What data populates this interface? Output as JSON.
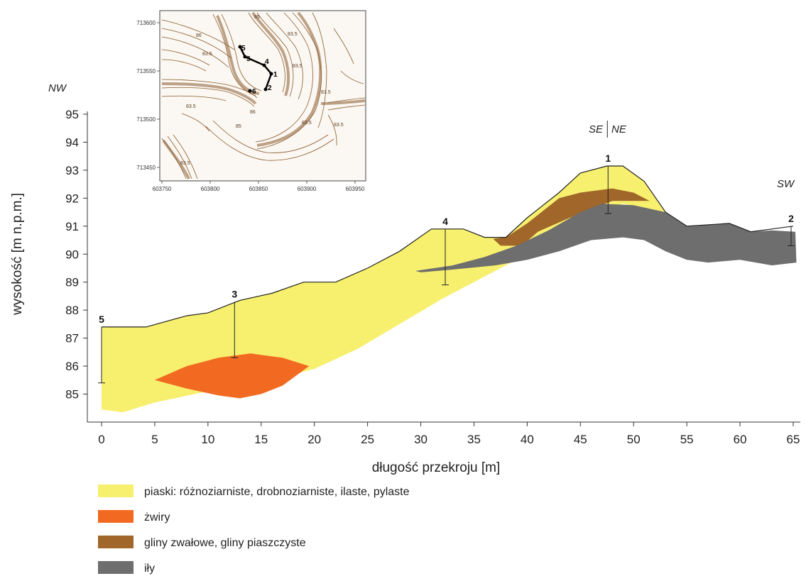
{
  "figure": {
    "direction_labels": {
      "nw": "NW",
      "se": "SE",
      "ne": "NE",
      "sw": "SW"
    },
    "colors": {
      "sand": "#f7f06e",
      "gravel": "#f26a21",
      "till": "#a0662a",
      "clay": "#6e6e6e",
      "map_contour": "#8b5a2b"
    }
  },
  "chart_data": {
    "type": "area",
    "title": "",
    "xlabel": "długość przekroju [m]",
    "ylabel": "wysokość [m n.p.m.]",
    "xlim": [
      0,
      65
    ],
    "ylim": [
      84,
      95
    ],
    "x_ticks": [
      "0",
      "5",
      "10",
      "15",
      "20",
      "25",
      "30",
      "35",
      "40",
      "45",
      "50",
      "55",
      "60",
      "65"
    ],
    "y_ticks": [
      "85",
      "86",
      "87",
      "88",
      "89",
      "90",
      "91",
      "92",
      "93",
      "94",
      "95"
    ],
    "grid": false,
    "legend_placement": "bottom-left",
    "surface_profile": [
      [
        0,
        87.4
      ],
      [
        4.2,
        87.4
      ],
      [
        8,
        87.8
      ],
      [
        10,
        87.9
      ],
      [
        13,
        88.35
      ],
      [
        16,
        88.6
      ],
      [
        19,
        89.0
      ],
      [
        22,
        89.0
      ],
      [
        25,
        89.5
      ],
      [
        28,
        90.1
      ],
      [
        31,
        90.9
      ],
      [
        34,
        90.9
      ],
      [
        36,
        90.6
      ],
      [
        38,
        90.6
      ],
      [
        40,
        91.3
      ],
      [
        43,
        92.2
      ],
      [
        45,
        92.9
      ],
      [
        47.5,
        93.15
      ],
      [
        49,
        93.15
      ],
      [
        51,
        92.6
      ],
      [
        53,
        91.5
      ],
      [
        55,
        91.0
      ],
      [
        59,
        91.1
      ],
      [
        61,
        90.8
      ],
      [
        63,
        90.9
      ],
      [
        65,
        91.0
      ]
    ],
    "series": [
      {
        "name": "piaski: różnoziarniste, drobnoziarniste, ilaste, pylaste",
        "polygon": [
          [
            0,
            87.4
          ],
          [
            4.2,
            87.4
          ],
          [
            8,
            87.8
          ],
          [
            10,
            87.9
          ],
          [
            13,
            88.35
          ],
          [
            16,
            88.6
          ],
          [
            19,
            89.0
          ],
          [
            22,
            89.0
          ],
          [
            25,
            89.5
          ],
          [
            28,
            90.1
          ],
          [
            31,
            90.9
          ],
          [
            34,
            90.9
          ],
          [
            36,
            90.6
          ],
          [
            38,
            90.6
          ],
          [
            40,
            91.3
          ],
          [
            43,
            92.2
          ],
          [
            45,
            92.9
          ],
          [
            47.5,
            93.15
          ],
          [
            49,
            93.15
          ],
          [
            51,
            92.6
          ],
          [
            53,
            91.5
          ],
          [
            49,
            91.8
          ],
          [
            44,
            91.0
          ],
          [
            40,
            90.0
          ],
          [
            36,
            89.2
          ],
          [
            32,
            88.4
          ],
          [
            28,
            87.5
          ],
          [
            24,
            86.6
          ],
          [
            20,
            85.9
          ],
          [
            15,
            85.4
          ],
          [
            10,
            85.1
          ],
          [
            5,
            84.7
          ],
          [
            2,
            84.35
          ],
          [
            0,
            84.45
          ]
        ]
      },
      {
        "name": "żwiry",
        "polygon": [
          [
            5,
            85.5
          ],
          [
            8,
            86.0
          ],
          [
            11,
            86.3
          ],
          [
            14,
            86.45
          ],
          [
            17,
            86.3
          ],
          [
            19.5,
            86.0
          ],
          [
            17,
            85.3
          ],
          [
            15,
            85.0
          ],
          [
            13,
            84.85
          ],
          [
            11,
            84.95
          ],
          [
            8,
            85.2
          ]
        ]
      },
      {
        "name": "gliny zwałowe, gliny piaszczyste",
        "polygon": [
          [
            36.8,
            90.55
          ],
          [
            38,
            90.6
          ],
          [
            40,
            91.1
          ],
          [
            43,
            92.0
          ],
          [
            45,
            92.2
          ],
          [
            48,
            92.35
          ],
          [
            50,
            92.2
          ],
          [
            51.5,
            91.9
          ],
          [
            48,
            91.9
          ],
          [
            44,
            91.3
          ],
          [
            41,
            90.8
          ],
          [
            39.5,
            90.3
          ],
          [
            37.5,
            90.3
          ]
        ]
      },
      {
        "name": "iły",
        "polygon": [
          [
            29.5,
            89.4
          ],
          [
            33,
            89.6
          ],
          [
            36,
            89.9
          ],
          [
            39,
            90.3
          ],
          [
            42,
            90.85
          ],
          [
            45,
            91.5
          ],
          [
            47,
            91.8
          ],
          [
            50,
            91.75
          ],
          [
            53,
            91.5
          ],
          [
            55,
            91.0
          ],
          [
            59,
            91.1
          ],
          [
            61,
            90.8
          ],
          [
            63,
            90.85
          ],
          [
            65.2,
            90.8
          ],
          [
            65.3,
            89.7
          ],
          [
            63,
            89.6
          ],
          [
            60,
            89.8
          ],
          [
            57,
            89.7
          ],
          [
            55,
            89.8
          ],
          [
            53,
            90.1
          ],
          [
            51,
            90.5
          ],
          [
            49,
            90.6
          ],
          [
            46,
            90.5
          ],
          [
            43,
            90.1
          ],
          [
            40,
            89.8
          ],
          [
            37,
            89.6
          ],
          [
            33,
            89.45
          ],
          [
            30,
            89.35
          ]
        ]
      }
    ],
    "boreholes": [
      {
        "label": "5",
        "x": 0,
        "top": 87.4,
        "bottom": 85.4
      },
      {
        "label": "3",
        "x": 12.5,
        "top": 88.3,
        "bottom": 86.3
      },
      {
        "label": "4",
        "x": 32.3,
        "top": 90.9,
        "bottom": 88.9
      },
      {
        "label": "1",
        "x": 47.6,
        "top": 93.15,
        "bottom": 91.45
      },
      {
        "label": "2",
        "x": 64.8,
        "top": 91.0,
        "bottom": 90.3
      }
    ],
    "section_bend_x": 47.6
  },
  "legend": [
    {
      "label": "piaski: różnoziarniste, drobnoziarniste, ilaste, pylaste",
      "color": "#f7f06e"
    },
    {
      "label": "żwiry",
      "color": "#f26a21"
    },
    {
      "label": "gliny zwałowe, gliny piaszczyste",
      "color": "#a0662a"
    },
    {
      "label": "iły",
      "color": "#6e6e6e"
    }
  ],
  "inset_map": {
    "x_ticks": [
      "603750",
      "603800",
      "603850",
      "603900",
      "603950"
    ],
    "y_ticks": [
      "713600",
      "713550",
      "713500",
      "713450"
    ],
    "contour_labels": [
      "86",
      "83.5",
      "85",
      "83.5",
      "83.5",
      "83.5",
      "83.5",
      "83.5",
      "85",
      "83.5",
      "86",
      "83.5"
    ],
    "points": [
      "5",
      "3",
      "4",
      "1",
      "2",
      "6"
    ]
  }
}
